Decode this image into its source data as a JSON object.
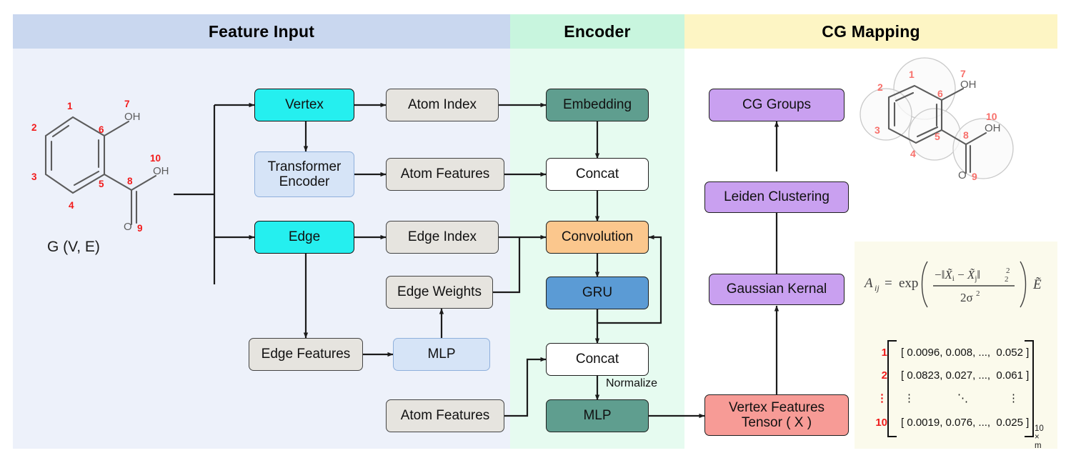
{
  "panels": {
    "feature_input": {
      "title": "Feature Input"
    },
    "encoder": {
      "title": "Encoder"
    },
    "cg_mapping": {
      "title": "CG Mapping"
    }
  },
  "feature_input": {
    "graph_label": "G (V, E)",
    "nodes": {
      "vertex": "Vertex",
      "transformer_encoder": "Transformer\nEncoder",
      "transformer_encoder_l1": "Transformer",
      "transformer_encoder_l2": "Encoder",
      "edge": "Edge",
      "atom_index": "Atom Index",
      "atom_features": "Atom Features",
      "edge_index": "Edge Index",
      "edge_weights": "Edge Weights",
      "edge_features": "Edge Features",
      "mlp": "MLP",
      "atom_features_2": "Atom Features"
    },
    "molecule": {
      "atom_numbers": [
        "1",
        "2",
        "3",
        "4",
        "5",
        "6",
        "7",
        "8",
        "9",
        "10"
      ],
      "atom_labels": {
        "oh_7": "OH",
        "oh_10": "OH",
        "o_9": "O"
      }
    }
  },
  "encoder": {
    "nodes": {
      "embedding": "Embedding",
      "concat_1": "Concat",
      "convolution": "Convolution",
      "gru": "GRU",
      "concat_2": "Concat",
      "mlp": "MLP"
    },
    "edge_labels": {
      "normalize": "Normalize"
    }
  },
  "cg_mapping": {
    "nodes": {
      "cg_groups": "CG Groups",
      "leiden_clustering": "Leiden Clustering",
      "gaussian_kernal": "Gaussian Kernal",
      "vertex_features_tensor_l1": "Vertex Features",
      "vertex_features_tensor_l2": "Tensor ( X )"
    },
    "molecule": {
      "atom_numbers": [
        "1",
        "2",
        "3",
        "4",
        "5",
        "6",
        "7",
        "8",
        "9",
        "10"
      ],
      "atom_labels": {
        "oh_7": "OH",
        "oh_10": "OH",
        "o_9": "O"
      },
      "bead_count": 4
    },
    "formula": {
      "lhs": "A",
      "lhs_sub": "ij",
      "eq": "=",
      "exp": "exp",
      "numerator": "−‖X̃ᵢ − X̃ⱼ‖",
      "num_sub": "2",
      "num_sup": "2",
      "denominator": "2σ",
      "den_sup": "2",
      "trailing": "Ẽ"
    },
    "matrix": {
      "row_labels": [
        "1",
        "2",
        "⋮",
        "10"
      ],
      "rows": [
        "[ 0.0096, 0.008, ...,  0.052 ]",
        "[ 0.0823, 0.027, ...,  0.061 ]",
        "",
        "[ 0.0019, 0.076, ...,  0.025 ]"
      ],
      "dots_row": {
        "left": "⋮",
        "mid": "⋱",
        "right": "⋮"
      },
      "dimension": "10 × m"
    }
  },
  "colors": {
    "feature_head": "#c9d7ef",
    "feature_body": "#edf1fa",
    "encoder_head": "#c8f5de",
    "encoder_body": "#e6fbf0",
    "cg_head": "#fdf5c4",
    "cg_sub": "#fbfaec",
    "cyan": "#25efef",
    "gray": "#e6e4df",
    "light_blue": "#d6e4f7",
    "teal": "#5f9e8f",
    "orange": "#fbc78d",
    "blue": "#5b9bd5",
    "purple": "#c9a0f0",
    "red": "#f79b96",
    "atom_number": "#f21a1a"
  }
}
